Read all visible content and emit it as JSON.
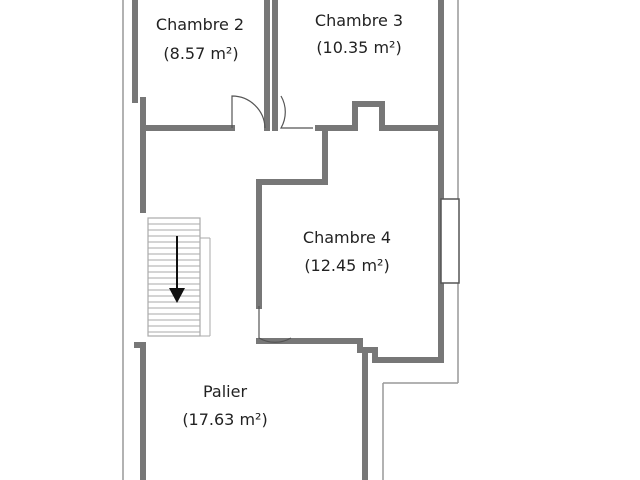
{
  "colors": {
    "wall": "#777777",
    "outline": "#999999",
    "background": "#ffffff",
    "text": "#222222",
    "stairs": "#aaaaaa",
    "arrow": "#111111"
  },
  "rooms": [
    {
      "name": "Chambre 2",
      "area": "(8.57 m²)"
    },
    {
      "name": "Chambre 3",
      "area": "(10.35 m²)"
    },
    {
      "name": "Chambre 4",
      "area": "(12.45 m²)"
    },
    {
      "name": "Palier",
      "area": "(17.63 m²)"
    }
  ],
  "stairs": {
    "direction": "down"
  }
}
